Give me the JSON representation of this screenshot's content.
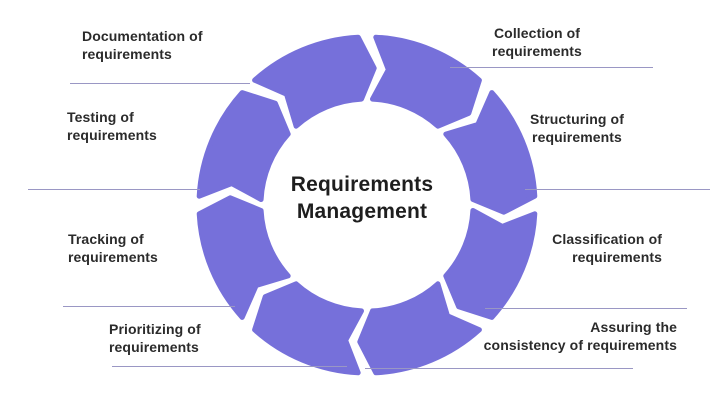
{
  "diagram": {
    "center_title": "Requirements\nManagement",
    "colors": {
      "segment_purple": "#7670DA",
      "connector_line": "#9A97C4",
      "title_text": "#1E1E1E",
      "label_text": "#2B2B2B"
    },
    "segment_count": 8,
    "labels": [
      {
        "id": "collection",
        "text": "Collection of\nrequirements"
      },
      {
        "id": "structuring",
        "text": "Structuring of\nrequirements"
      },
      {
        "id": "classification",
        "text": "Classification of\nrequirements"
      },
      {
        "id": "assuring",
        "text": "Assuring the\nconsistency of requirements"
      },
      {
        "id": "prioritizing",
        "text": "Prioritizing of\nrequirements"
      },
      {
        "id": "tracking",
        "text": "Tracking of\nrequirements"
      },
      {
        "id": "testing",
        "text": "Testing of\nrequirements"
      },
      {
        "id": "documentation",
        "text": "Documentation of\nrequirements"
      }
    ]
  }
}
